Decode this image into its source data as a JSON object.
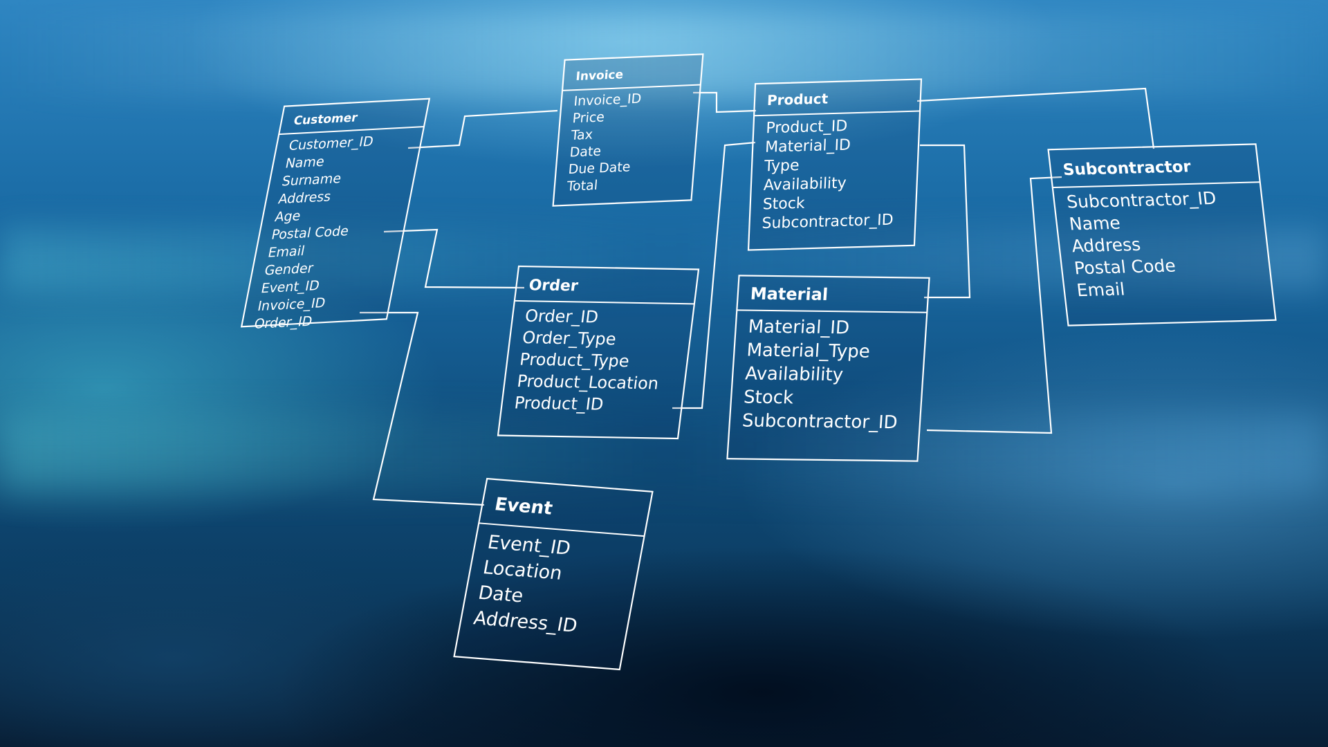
{
  "diagram": {
    "tables": [
      {
        "id": "customer",
        "title": "Customer",
        "fields": [
          "Customer_ID",
          "Name",
          "Surname",
          "Address",
          "Age",
          "Postal Code",
          "Email",
          "Gender",
          "Event_ID",
          "Invoice_ID",
          "Order_ID"
        ]
      },
      {
        "id": "invoice",
        "title": "Invoice",
        "fields": [
          "Invoice_ID",
          "Price",
          "Tax",
          "Date",
          "Due Date",
          "Total"
        ]
      },
      {
        "id": "product",
        "title": "Product",
        "fields": [
          "Product_ID",
          "Material_ID",
          "Type",
          "Availability",
          "Stock",
          "Subcontractor_ID"
        ]
      },
      {
        "id": "subcontractor",
        "title": "Subcontractor",
        "fields": [
          "Subcontractor_ID",
          "Name",
          "Address",
          "Postal Code",
          "Email"
        ]
      },
      {
        "id": "order",
        "title": "Order",
        "fields": [
          "Order_ID",
          "Order_Type",
          "Product_Type",
          "Product_Location",
          "Product_ID"
        ]
      },
      {
        "id": "material",
        "title": "Material",
        "fields": [
          "Material_ID",
          "Material_Type",
          "Availability",
          "Stock",
          "Subcontractor_ID"
        ]
      },
      {
        "id": "event",
        "title": "Event",
        "fields": [
          "Event_ID",
          "Location",
          "Date",
          "Address_ID"
        ]
      }
    ],
    "relations": [
      [
        "customer",
        "invoice"
      ],
      [
        "customer",
        "order"
      ],
      [
        "customer",
        "event"
      ],
      [
        "invoice",
        "product"
      ],
      [
        "order",
        "product"
      ],
      [
        "product",
        "subcontractor"
      ],
      [
        "product",
        "material"
      ],
      [
        "material",
        "subcontractor"
      ]
    ]
  }
}
